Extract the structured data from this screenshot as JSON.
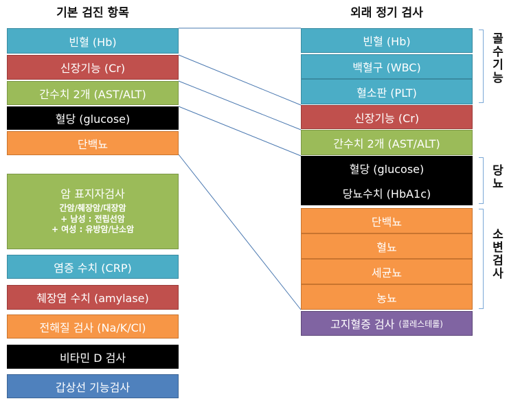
{
  "left_header": "기본 검진 항목",
  "right_header": "외래 정기 검사",
  "left_items": {
    "hb": "빈혈 (Hb)",
    "cr": "신장기능 (Cr)",
    "ast": "간수치 2개 (AST/ALT)",
    "glucose": "혈당 (glucose)",
    "protein": "단백뇨",
    "cancer_title": "암 표지자검사",
    "cancer_line1": "간암/췌장암/대장암",
    "cancer_line2": "+ 남성 : 전립선암",
    "cancer_line3": "+ 여성 : 유방암/난소암",
    "crp": "염증 수치 (CRP)",
    "amylase": "췌장염 수치 (amylase)",
    "electrolyte": "전해질 검사 (Na/K/Cl)",
    "vitd": "비타민 D 검사",
    "thyroid": "갑상선 기능검사"
  },
  "right_items": {
    "hb": "빈혈 (Hb)",
    "wbc": "백혈구 (WBC)",
    "plt": "혈소판 (PLT)",
    "cr": "신장기능 (Cr)",
    "ast": "간수치 2개 (AST/ALT)",
    "glucose": "혈당 (glucose)",
    "hba1c": "당뇨수치 (HbA1c)",
    "protein": "단백뇨",
    "hematuria": "혈뇨",
    "bacteriuria": "세균뇨",
    "pyuria": "농뇨",
    "lipid": "고지혈증 검사",
    "lipid_note": "(콜레스테롤)"
  },
  "group_labels": {
    "marrow": [
      "골",
      "수",
      "기",
      "능"
    ],
    "diabetes": [
      "당",
      "뇨"
    ],
    "urine": [
      "소",
      "변",
      "검",
      "사"
    ]
  },
  "colors": {
    "blue": "#4badc6",
    "red": "#c0504d",
    "green": "#9bbb59",
    "black": "#000000",
    "orange": "#f79646",
    "purple": "#8064a2",
    "steel": "#4f81bd",
    "connector": "#4a78b0",
    "bracket": "#7aa7d6"
  }
}
